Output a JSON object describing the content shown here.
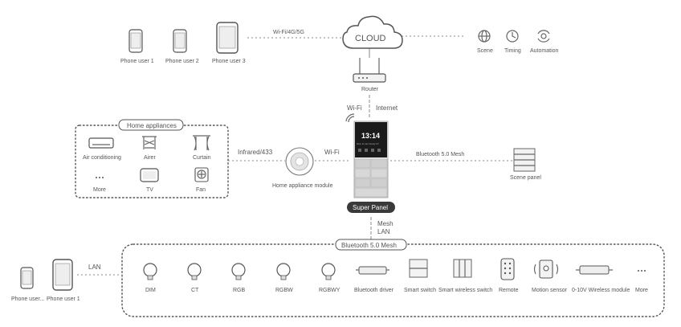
{
  "cloud": {
    "label": "CLOUD"
  },
  "links": {
    "wifi_4g_5g": "Wi-Fi/4G/5G",
    "wifi_router": "Wi-Fi",
    "internet": "Internet",
    "infrared_433": "Infrared/433",
    "wifi_module": "Wi-Fi",
    "bluetooth_mesh_panel": "Bluetooth 5.0 Mesh",
    "mesh": "Mesh",
    "lan_panel": "LAN",
    "lan_phone": "LAN"
  },
  "phones_top": [
    "Phone user 1",
    "Phone user 2",
    "Phone user 3"
  ],
  "cloud_features": [
    "Scene",
    "Timing",
    "Automation"
  ],
  "router": {
    "label": "Router"
  },
  "home_appliances": {
    "title": "Home appliances",
    "items": [
      "Air conditioning",
      "Airer",
      "Curtain",
      "More",
      "TV",
      "Fan"
    ]
  },
  "module": {
    "label": "Home  appliance module"
  },
  "super_panel": {
    "label": "Super Panel",
    "time": "13:14",
    "subtitle": "Wed, 12 Jan  Cloudy 21°"
  },
  "scene_panel": {
    "label": "Scene panel"
  },
  "mesh_bar": {
    "title": "Bluetooth 5.0 Mesh",
    "devices": [
      "DIM",
      "CT",
      "RGB",
      "RGBW",
      "RGBWY",
      "Bluetooth driver",
      "Smart switch",
      "Smart wireless switch",
      "Remote",
      "Motion sensor",
      "0-10V Wireless module",
      "More"
    ]
  },
  "phones_bottom": [
    "Phone user...",
    "Phone user 1"
  ]
}
